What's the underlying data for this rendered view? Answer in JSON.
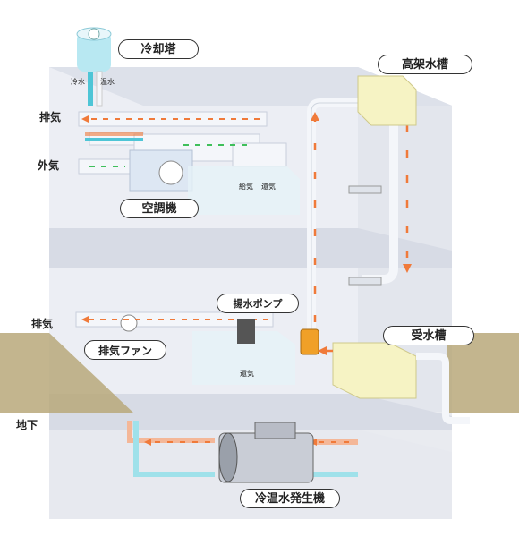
{
  "labels": {
    "cooling_tower": "冷却塔",
    "cold_water": "冷水",
    "warm_water": "温水",
    "elevated_tank": "高架水槽",
    "exhaust_top": "排気",
    "outside_air": "外気",
    "air_handler": "空調機",
    "supply_air": "給気",
    "return_air_top": "還気",
    "lift_pump": "揚水ポンプ",
    "exhaust_left": "排気",
    "exhaust_fan": "排気ファン",
    "return_air_mid": "還気",
    "receiving_tank": "受水槽",
    "basement": "地下",
    "chiller": "冷温水発生機"
  },
  "colors": {
    "orange_flow": "#f07a3a",
    "cyan_flow": "#4ec5d6",
    "green_flow": "#3fbf5a",
    "pipe_white": "#f4f6fa",
    "floor": "#e3e6ee",
    "tank": "#f6f3c4",
    "ground": "#b8a87a"
  }
}
